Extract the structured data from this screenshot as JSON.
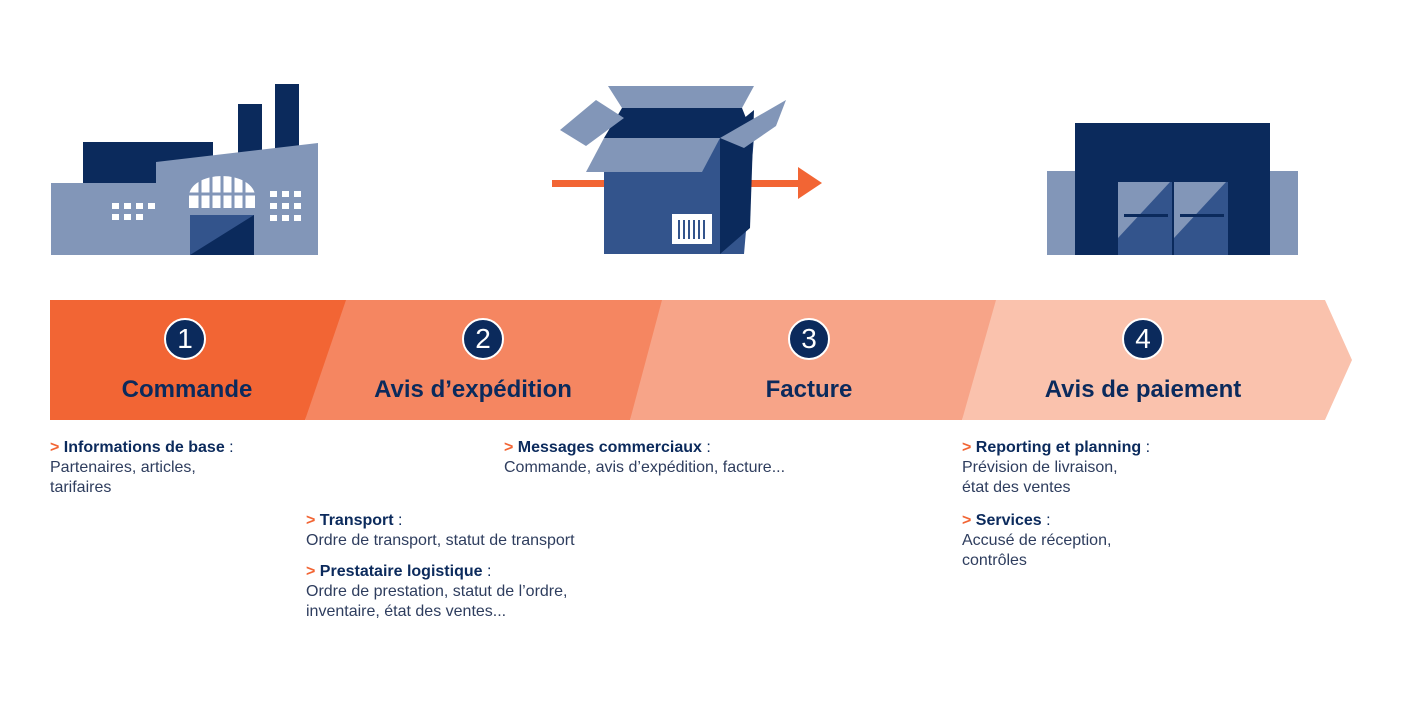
{
  "colors": {
    "navy": "#0b2a5c",
    "steel": "#8296b8",
    "mid_blue": "#33548c",
    "orange_1": "#f26534",
    "orange_2": "#f58661",
    "orange_3": "#f7a488",
    "orange_4": "#fac2ad"
  },
  "icons": [
    "factory-icon",
    "shipping-box-icon",
    "warehouse-icon"
  ],
  "steps": [
    {
      "number": "1",
      "label": "Commande"
    },
    {
      "number": "2",
      "label": "Avis d’expédition"
    },
    {
      "number": "3",
      "label": "Facture"
    },
    {
      "number": "4",
      "label": "Avis de paiement"
    }
  ],
  "info_blocks": [
    {
      "arrow": ">",
      "title": "Informations de base",
      "colon": " :",
      "lines": [
        "Partenaires, articles,",
        "tarifaires"
      ]
    },
    {
      "arrow": ">",
      "title": "Messages commerciaux",
      "colon": "  :",
      "lines": [
        "Commande, avis d’expédition, facture..."
      ]
    },
    {
      "arrow": ">",
      "title": "Reporting et planning",
      "colon": " :",
      "lines": [
        "Prévision de livraison,",
        "état des ventes"
      ]
    },
    {
      "arrow": ">",
      "title": "Transport",
      "colon": "  :",
      "lines": [
        "Ordre de transport, statut de transport"
      ]
    },
    {
      "arrow": ">",
      "title": "Prestataire logistique",
      "colon": "  :",
      "lines": [
        "Ordre de prestation, statut de l’ordre,",
        "inventaire, état des ventes..."
      ]
    },
    {
      "arrow": ">",
      "title": "Services",
      "colon": " :",
      "lines": [
        "Accusé de réception,",
        "contrôles"
      ]
    }
  ]
}
